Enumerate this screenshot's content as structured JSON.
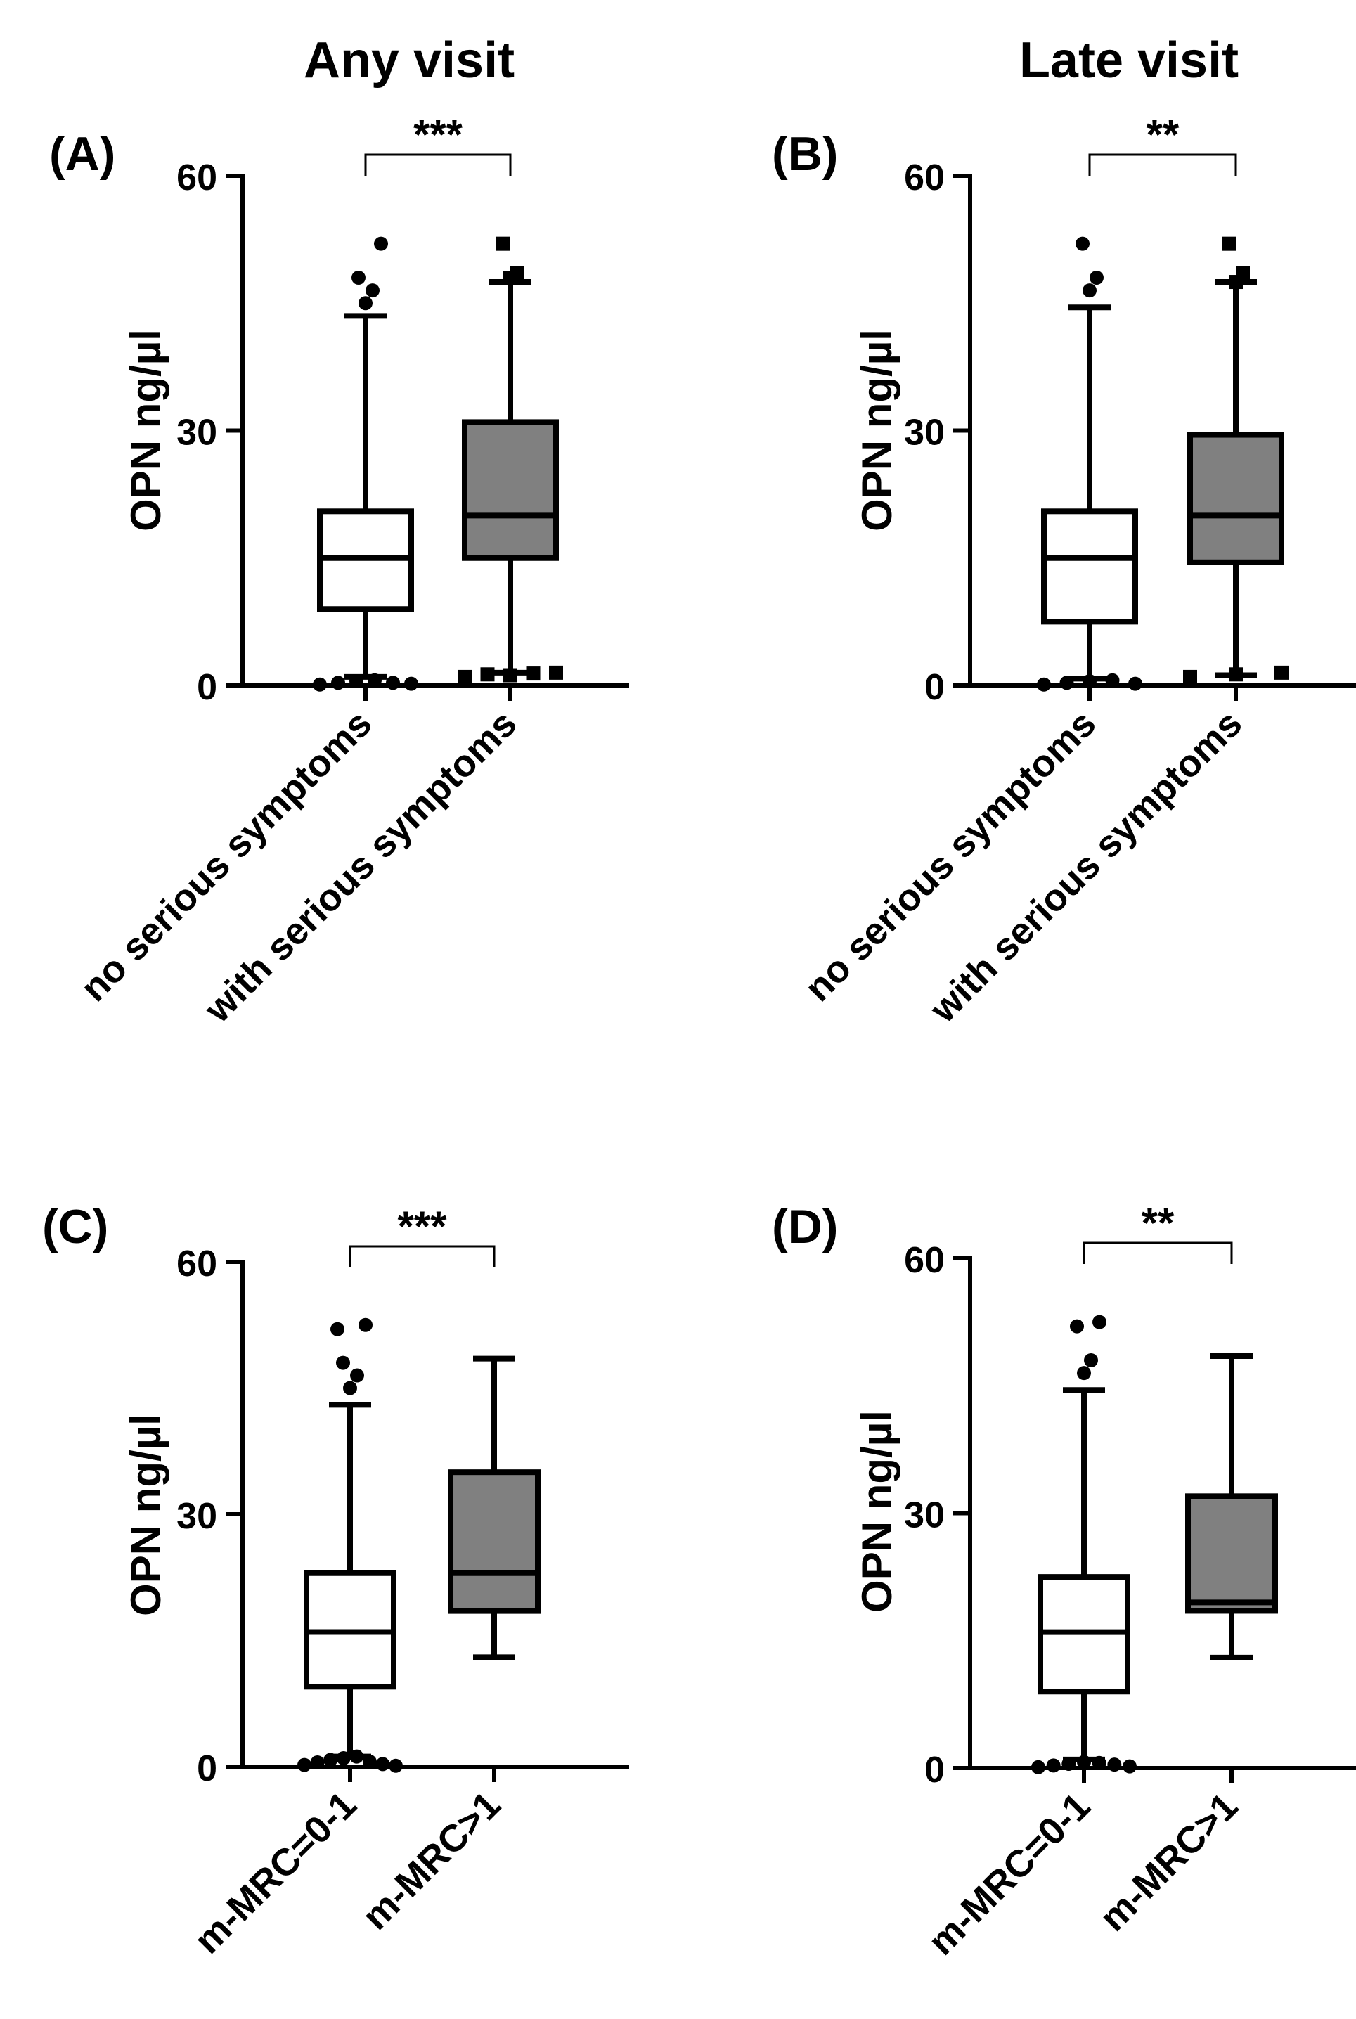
{
  "column_titles": [
    "Any visit",
    "Late visit"
  ],
  "colors": {
    "box_group1": "#ffffff",
    "box_group2": "#808080",
    "stroke": "#000000"
  },
  "chart_data": [
    {
      "type": "box",
      "panel_label": "(A)",
      "ylabel": "OPN ng/µl",
      "ylim": [
        0,
        60
      ],
      "yticks": [
        0,
        30,
        60
      ],
      "categories": [
        "no serious symptoms",
        "with serious symptoms"
      ],
      "boxes": [
        {
          "whisker_low": 1,
          "q1": 9,
          "median": 15,
          "q3": 20.5,
          "whisker_high": 43.5,
          "fill": "#ffffff",
          "marker": "circle",
          "outliers": [
            0.1,
            0.3,
            0.5,
            0.6,
            0.3,
            0.2,
            45,
            46.5,
            48,
            52
          ]
        },
        {
          "whisker_low": 1.5,
          "q1": 15,
          "median": 20,
          "q3": 31,
          "whisker_high": 47.5,
          "fill": "#808080",
          "marker": "square",
          "outliers": [
            1,
            1.3,
            1.2,
            1.4,
            1.5,
            48,
            48.5,
            52
          ]
        }
      ],
      "significance": "***"
    },
    {
      "type": "box",
      "panel_label": "(B)",
      "ylabel": "OPN ng/µl",
      "ylim": [
        0,
        60
      ],
      "yticks": [
        0,
        30,
        60
      ],
      "categories": [
        "no serious symptoms",
        "with serious symptoms"
      ],
      "boxes": [
        {
          "whisker_low": 0.8,
          "q1": 7.5,
          "median": 15,
          "q3": 20.5,
          "whisker_high": 44.5,
          "fill": "#ffffff",
          "marker": "circle",
          "outliers": [
            0.1,
            0.3,
            0.5,
            0.6,
            0.2,
            46.5,
            48,
            52
          ]
        },
        {
          "whisker_low": 1.2,
          "q1": 14.5,
          "median": 20,
          "q3": 29.5,
          "whisker_high": 47.5,
          "fill": "#808080",
          "marker": "square",
          "outliers": [
            1,
            1.3,
            1.5,
            47.5,
            48.5,
            52
          ]
        }
      ],
      "significance": "**"
    },
    {
      "type": "box",
      "panel_label": "(C)",
      "ylabel": "OPN ng/µl",
      "ylim": [
        0,
        60
      ],
      "yticks": [
        0,
        30,
        60
      ],
      "categories": [
        "m-MRC=0-1",
        "m-MRC>1"
      ],
      "boxes": [
        {
          "whisker_low": 1.2,
          "q1": 9.5,
          "median": 16,
          "q3": 23,
          "whisker_high": 43,
          "fill": "#ffffff",
          "marker": "circle",
          "outliers": [
            0.2,
            0.5,
            0.8,
            1,
            1.2,
            0.6,
            0.3,
            0.1,
            45,
            46.5,
            48,
            52.5,
            52
          ]
        },
        {
          "whisker_low": 13,
          "q1": 18.5,
          "median": 23,
          "q3": 35,
          "whisker_high": 48.5,
          "fill": "#808080",
          "marker": "square",
          "outliers": []
        }
      ],
      "significance": "***"
    },
    {
      "type": "box",
      "panel_label": "(D)",
      "ylabel": "OPN ng/µl",
      "ylim": [
        0,
        60
      ],
      "yticks": [
        0,
        30,
        60
      ],
      "categories": [
        "m-MRC=0-1",
        "m-MRC>1"
      ],
      "boxes": [
        {
          "whisker_low": 1,
          "q1": 9,
          "median": 16,
          "q3": 22.5,
          "whisker_high": 44.5,
          "fill": "#ffffff",
          "marker": "circle",
          "outliers": [
            0.1,
            0.3,
            0.5,
            0.7,
            0.6,
            0.4,
            0.2,
            46.5,
            48,
            52,
            52.5
          ]
        },
        {
          "whisker_low": 13,
          "q1": 18.5,
          "median": 19.5,
          "q3": 32,
          "whisker_high": 48.5,
          "fill": "#808080",
          "marker": "square",
          "outliers": []
        }
      ],
      "significance": "**"
    }
  ]
}
